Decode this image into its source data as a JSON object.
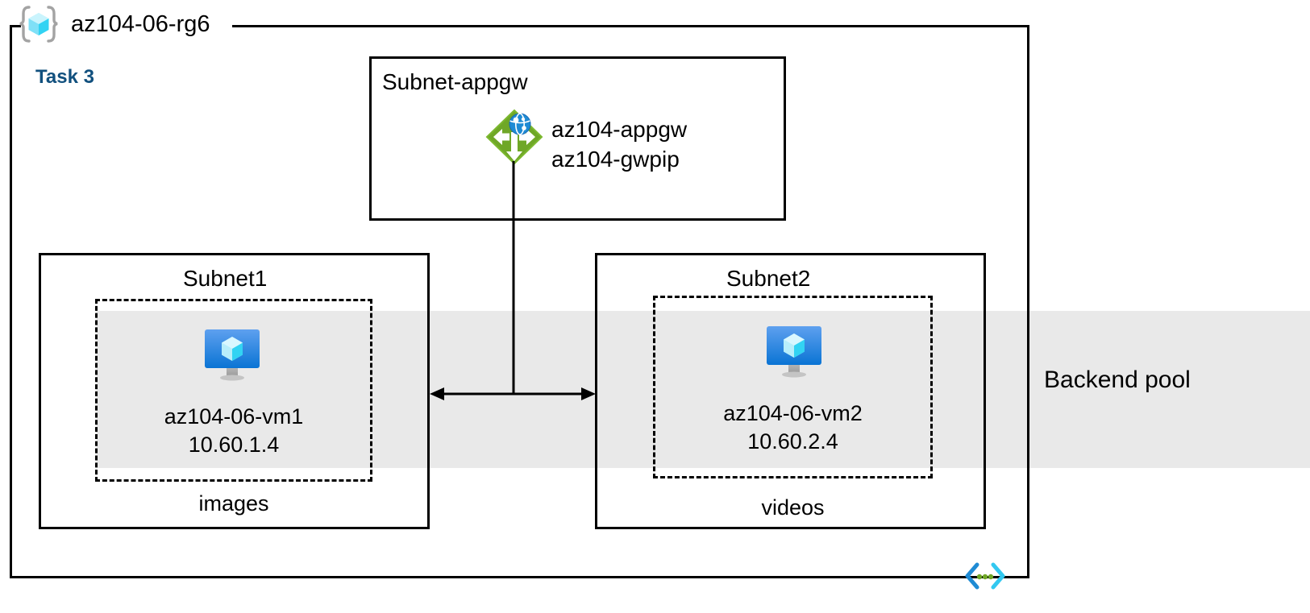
{
  "diagram": {
    "resource_group": {
      "name": "az104-06-rg6",
      "icon": "resource-group-cube-icon"
    },
    "task_label": "Task 3",
    "backend_pool": {
      "label": "Backend pool",
      "band_color": "#e9e9e9"
    },
    "subnets": [
      {
        "id": "subnet-appgw",
        "title": "Subnet-appgw",
        "title_align": "left",
        "resources": [
          {
            "icon": "application-gateway-icon",
            "lines": [
              "az104-appgw",
              "az104-gwpip"
            ]
          }
        ]
      },
      {
        "id": "subnet1",
        "title": "Subnet1",
        "title_align": "center",
        "vm": {
          "icon": "virtual-machine-icon",
          "name": "az104-06-vm1",
          "ip": "10.60.1.4"
        },
        "tier_label": "images"
      },
      {
        "id": "subnet2",
        "title": "Subnet2",
        "title_align": "center",
        "vm": {
          "icon": "virtual-machine-icon",
          "name": "az104-06-vm2",
          "ip": "10.60.2.4"
        },
        "tier_label": "videos"
      }
    ],
    "footer_icon": "code-brackets-icon",
    "colors": {
      "task_text": "#11507e",
      "border": "#000000",
      "gateway_green": "#7ab929",
      "vm_blue": "#0078d4",
      "cube_cyan": "#50e6ff"
    }
  }
}
